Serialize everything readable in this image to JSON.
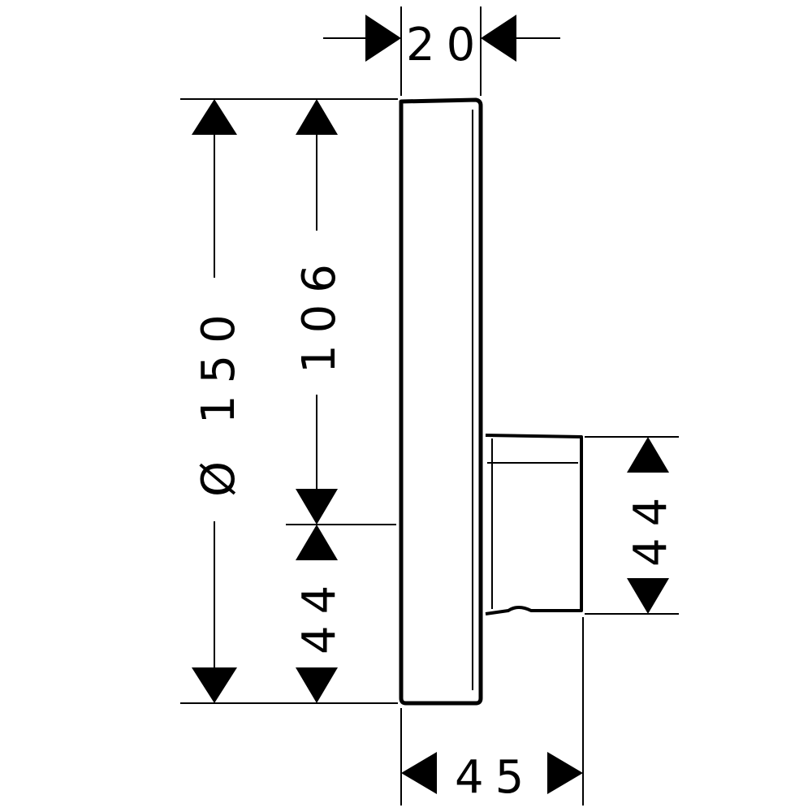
{
  "dimensions": {
    "top_width": "20",
    "diameter": "Ø 150",
    "inner_height": "106",
    "lower_left": "44",
    "right_height": "44",
    "bottom_depth": "45"
  },
  "colors": {
    "line": "#000000",
    "background": "#ffffff"
  }
}
